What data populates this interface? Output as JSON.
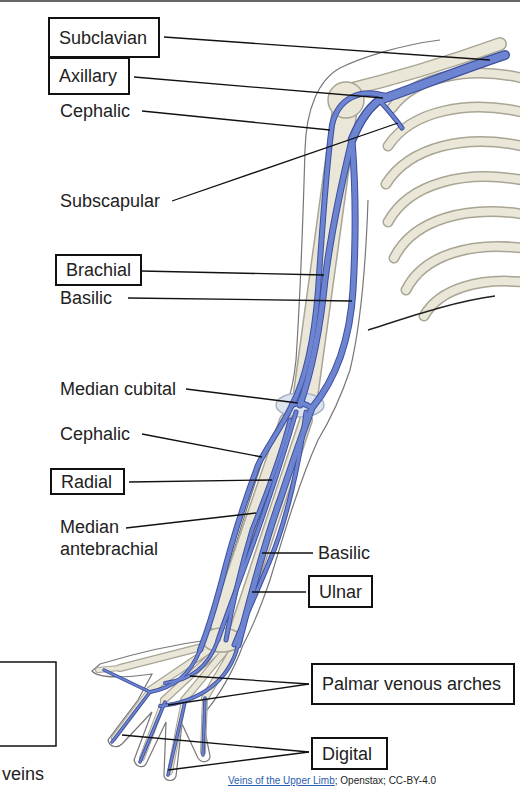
{
  "diagram": {
    "nodes": [
      {
        "text": [
          "Subclavian"
        ]
      },
      {
        "text": [
          "Axillary"
        ]
      },
      {
        "text": [
          "Brachial"
        ]
      },
      {
        "text": [
          "Radial"
        ]
      },
      {
        "text": [
          "Ulnar"
        ]
      },
      {
        "text": [
          "Palmar venous arches"
        ]
      },
      {
        "text": [
          "Digital"
        ]
      }
    ],
    "labels": [
      "Cephalic",
      "Subscapular",
      "Basilic",
      "Median cubital",
      "Cephalic",
      "Median antebrachial",
      "Basilic",
      "veins",
      "Veins of the Upper Limb",
      "; Openstax; CC-BY-4.0"
    ]
  }
}
